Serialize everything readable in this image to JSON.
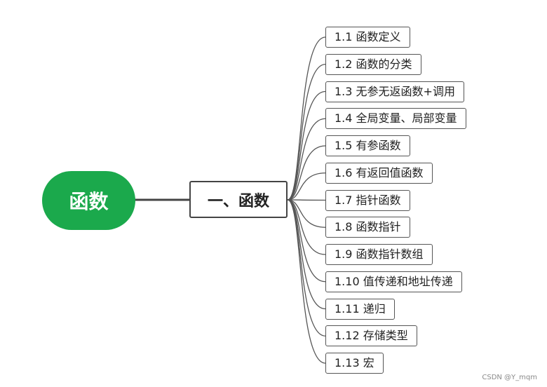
{
  "root": {
    "label": "函数"
  },
  "main": {
    "label": "一、函数"
  },
  "children": [
    {
      "label": "1.1 函数定义"
    },
    {
      "label": "1.2 函数的分类"
    },
    {
      "label": "1.3 无参无返函数+调用"
    },
    {
      "label": "1.4 全局变量、局部变量"
    },
    {
      "label": "1.5 有参函数"
    },
    {
      "label": "1.6 有返回值函数"
    },
    {
      "label": "1.7 指针函数"
    },
    {
      "label": "1.8 函数指针"
    },
    {
      "label": "1.9 函数指针数组"
    },
    {
      "label": "1.10 值传递和地址传递"
    },
    {
      "label": "1.11 递归"
    },
    {
      "label": "1.12 存储类型"
    },
    {
      "label": "1.13 宏"
    }
  ],
  "watermark": "CSDN @Y_mqm",
  "colors": {
    "root_fill": "#1ba94c",
    "node_border": "#555555",
    "connector": "#555555"
  }
}
